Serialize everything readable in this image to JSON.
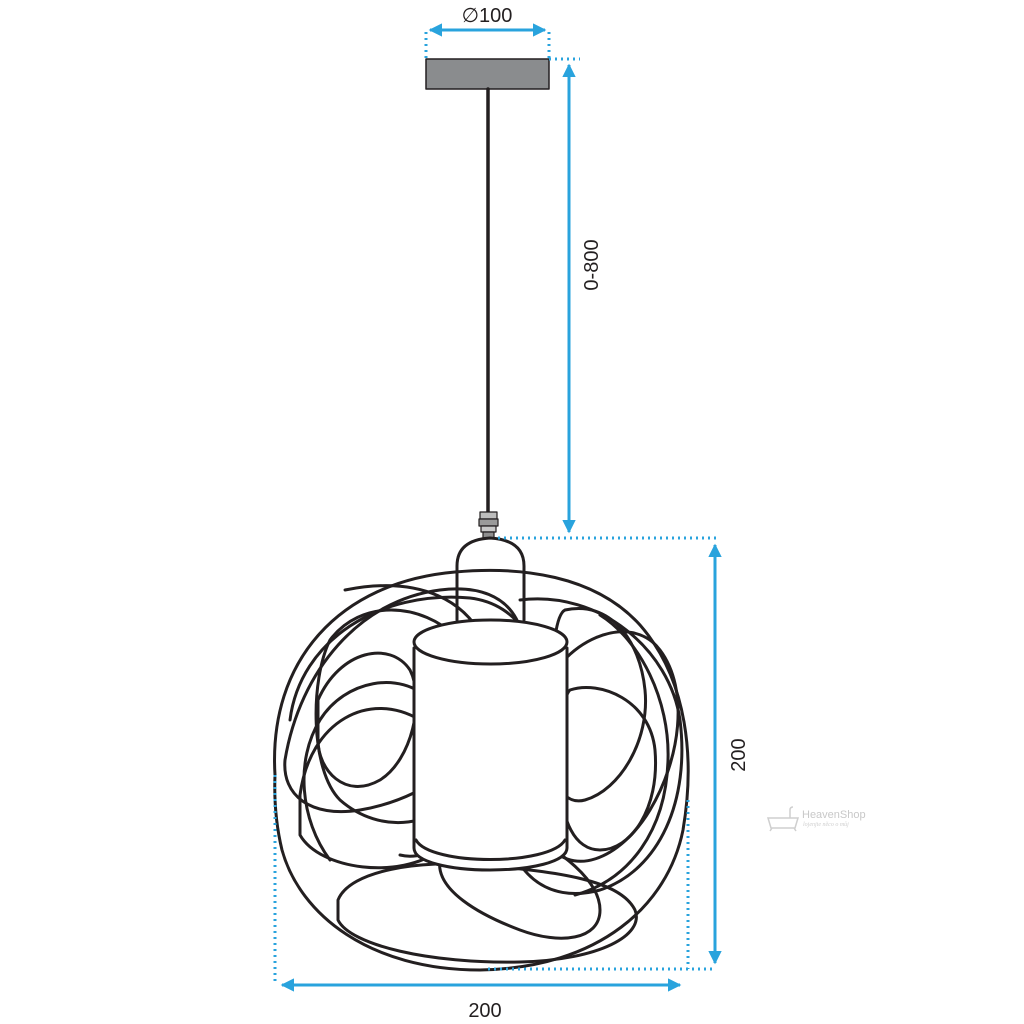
{
  "dimensions": {
    "canopy_diameter": "∅100",
    "cable_length": "0-800",
    "shade_height": "200",
    "shade_width": "200"
  },
  "watermark": {
    "title": "HeavenShop",
    "subtitle": "lojenjte něco o můj"
  },
  "colors": {
    "dimension_line": "#29a3dd",
    "outline": "#231f20",
    "canopy_fill": "#8a8c8e"
  }
}
